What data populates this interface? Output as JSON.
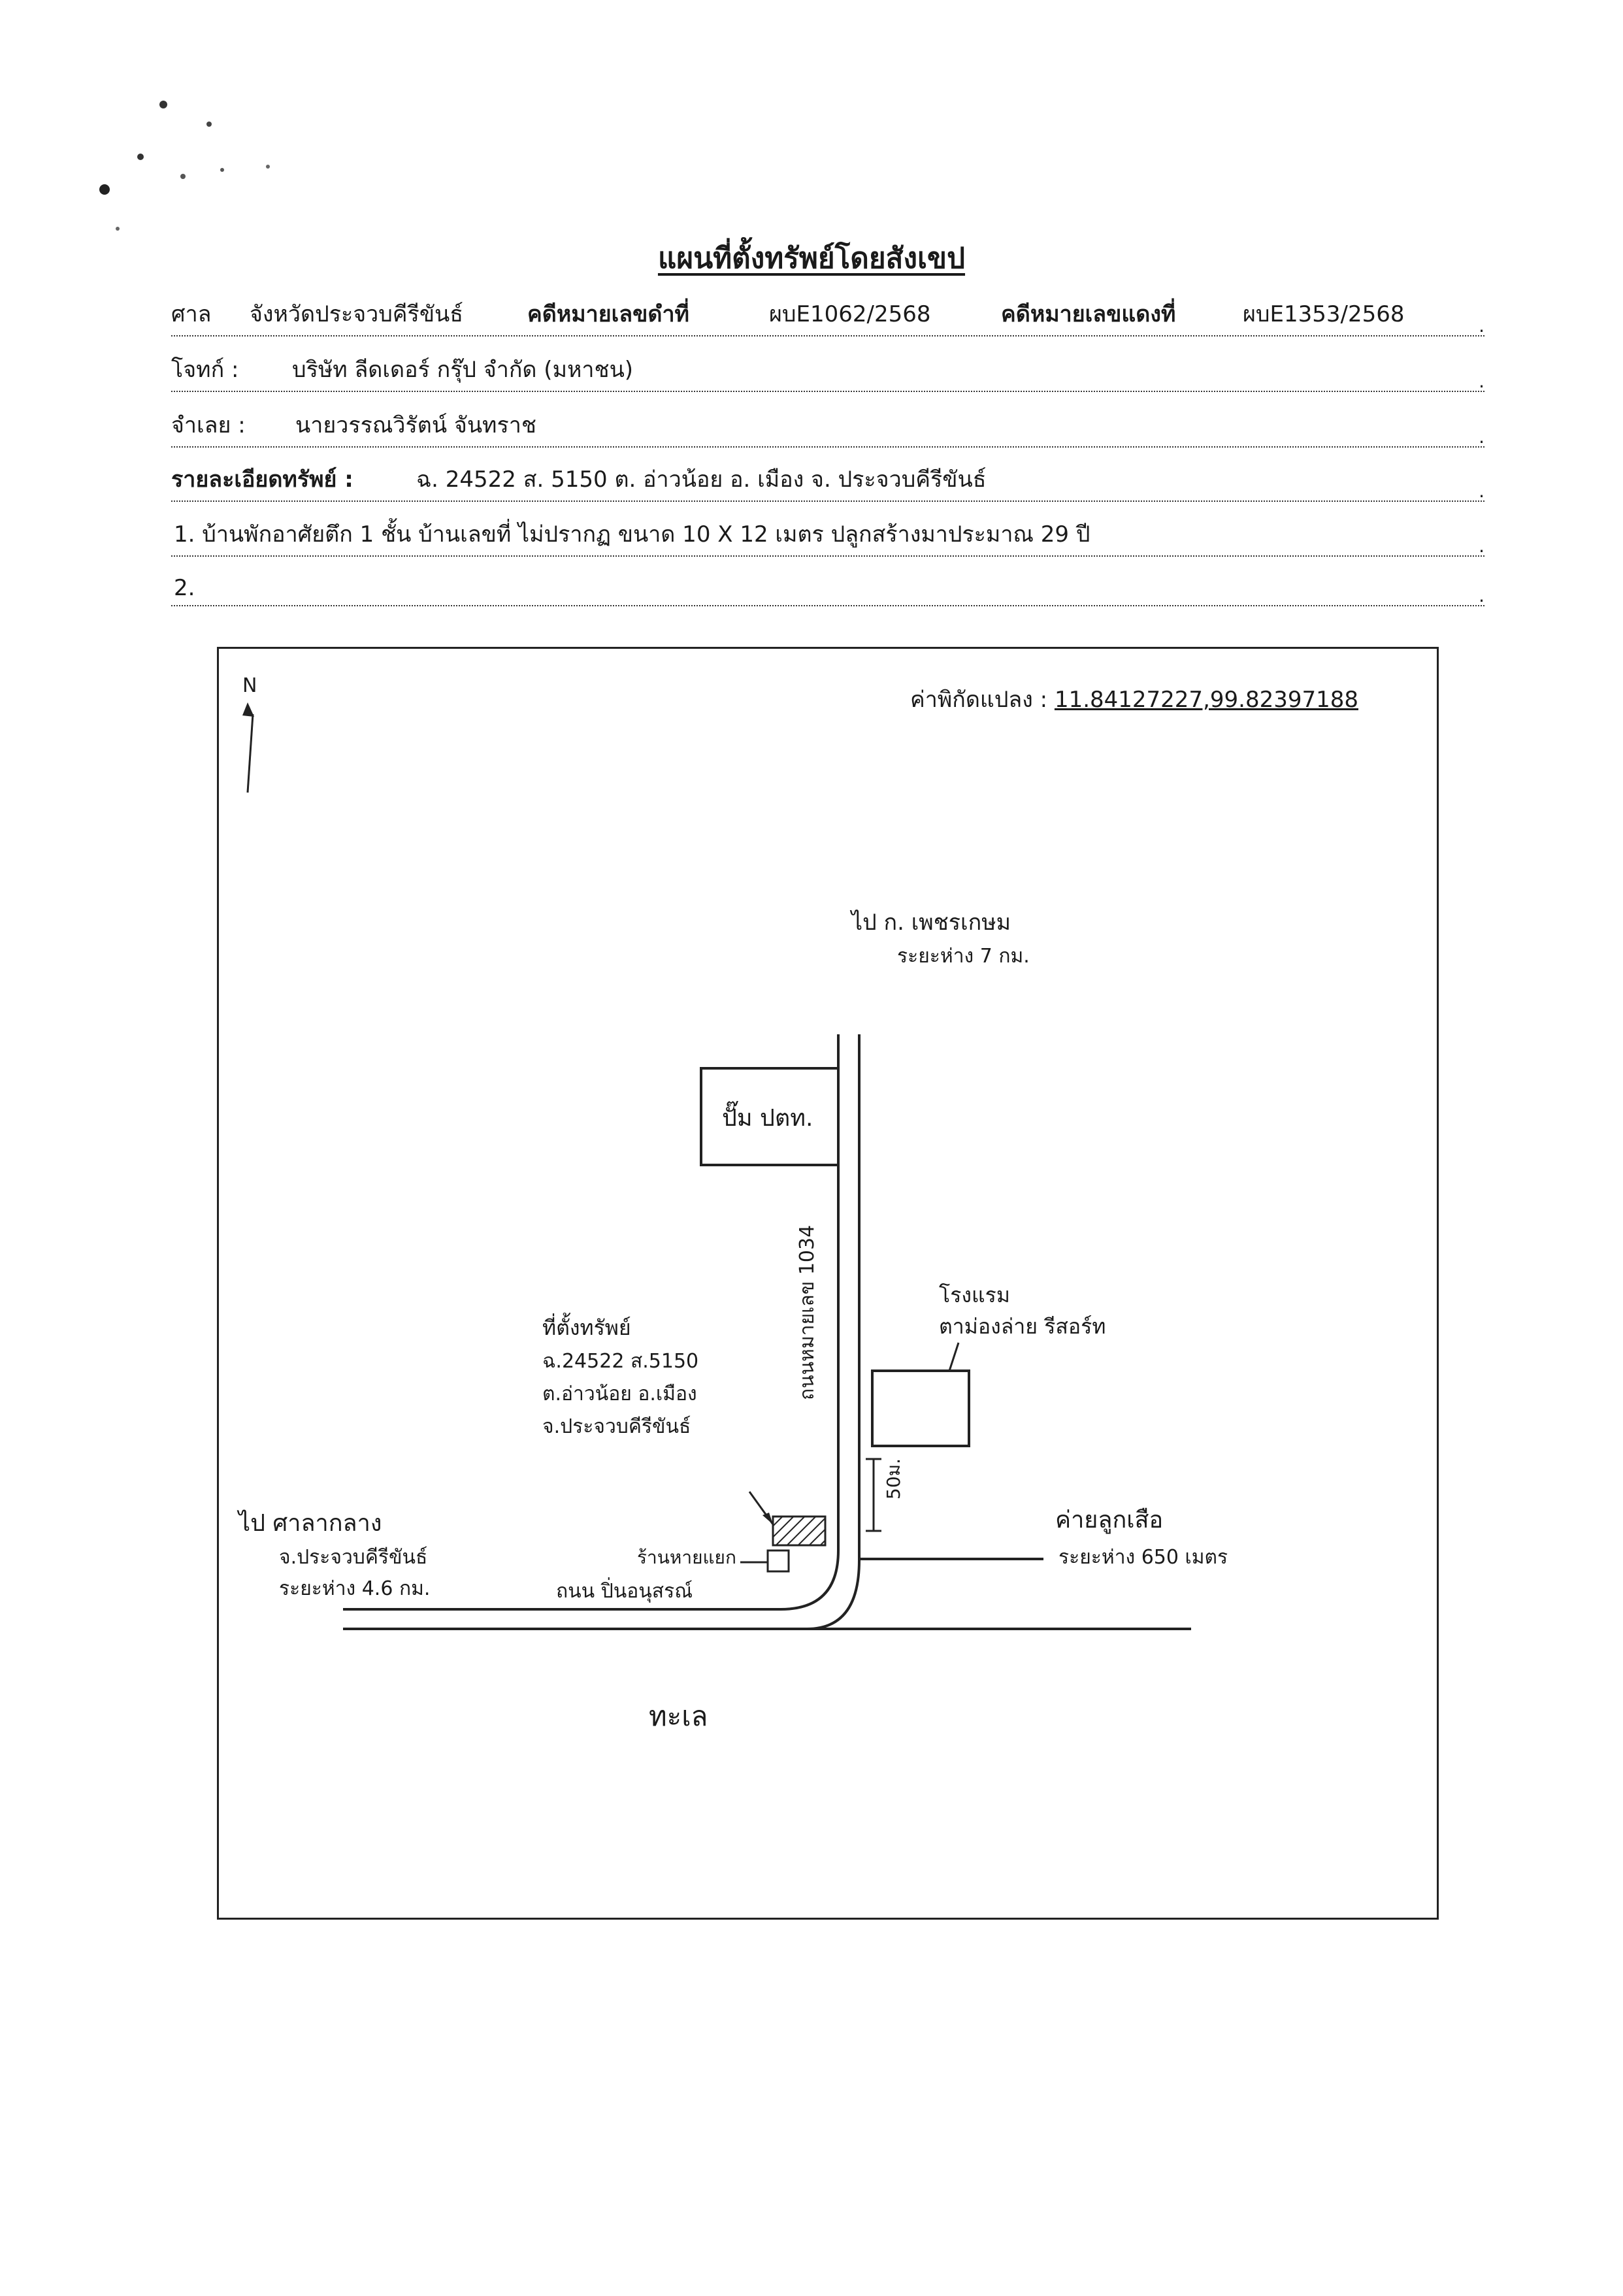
{
  "header": {
    "title": "แผนที่ตั้งทรัพย์โดยสังเขป"
  },
  "form": {
    "court_label": "ศาล",
    "court_value": "จังหวัดประจวบคีรีขันธ์",
    "black_case_label": "คดีหมายเลขดำที่",
    "black_case_value": "ผบE1062/2568",
    "red_case_label": "คดีหมายเลขแดงที่",
    "red_case_value": "ผบE1353/2568",
    "plaintiff_label": "โจทก์ :",
    "plaintiff_value": "บริษัท ลีดเดอร์ กรุ๊ป จำกัด (มหาชน)",
    "defendant_label": "จำเลย :",
    "defendant_value": "นายวรรณวิรัตน์ จันทราช",
    "property_label": "รายละเอียดทรัพย์ :",
    "property_value": "ฉ. 24522 ส. 5150 ต. อ่าวน้อย อ. เมือง จ. ประจวบคีรีขันธ์",
    "item1": "1. บ้านพักอาศัยตึก 1 ชั้น บ้านเลขที่ ไม่ปรากฏ ขนาด 10 X 12 เมตร ปลูกสร้างมาประมาณ 29 ปี",
    "item2": "2."
  },
  "map": {
    "coord_label": "ค่าพิกัดแปลง :",
    "coord_value": "11.84127227,99.82397188",
    "north": "N",
    "to_phetchaburi": "ไป ก. เพชรเกษม",
    "to_phetchaburi_dist": "ระยะห่าง 7 กม.",
    "ptt_pump": "ปั๊ม ปตท.",
    "road_name": "ถนนหมายเลข 1034",
    "hotel_line1": "โรงแรม",
    "hotel_line2": "ตาม่องล่าย รีสอร์ท",
    "property_loc_line1": "ที่ตั้งทรัพย์",
    "property_loc_line2": "ฉ.24522 ส.5150",
    "property_loc_line3": "ต.อ่าวน้อย อ.เมือง",
    "property_loc_line4": "จ.ประจวบคีรีขันธ์",
    "distance_50m": "50ม.",
    "to_hall_line1": "ไป ศาลากลาง",
    "to_hall_line2": "จ.ประจวบคีรีขันธ์",
    "to_hall_dist": "ระยะห่าง 4.6 กม.",
    "corner_shop": "ร้านหายแยก",
    "pinnoi_road": "ถนน ปิ่นอนุสรณ์",
    "camp_name": "ค่ายลูกเสือ",
    "camp_dist": "ระยะห่าง 650 เมตร",
    "sea": "ทะเล"
  }
}
